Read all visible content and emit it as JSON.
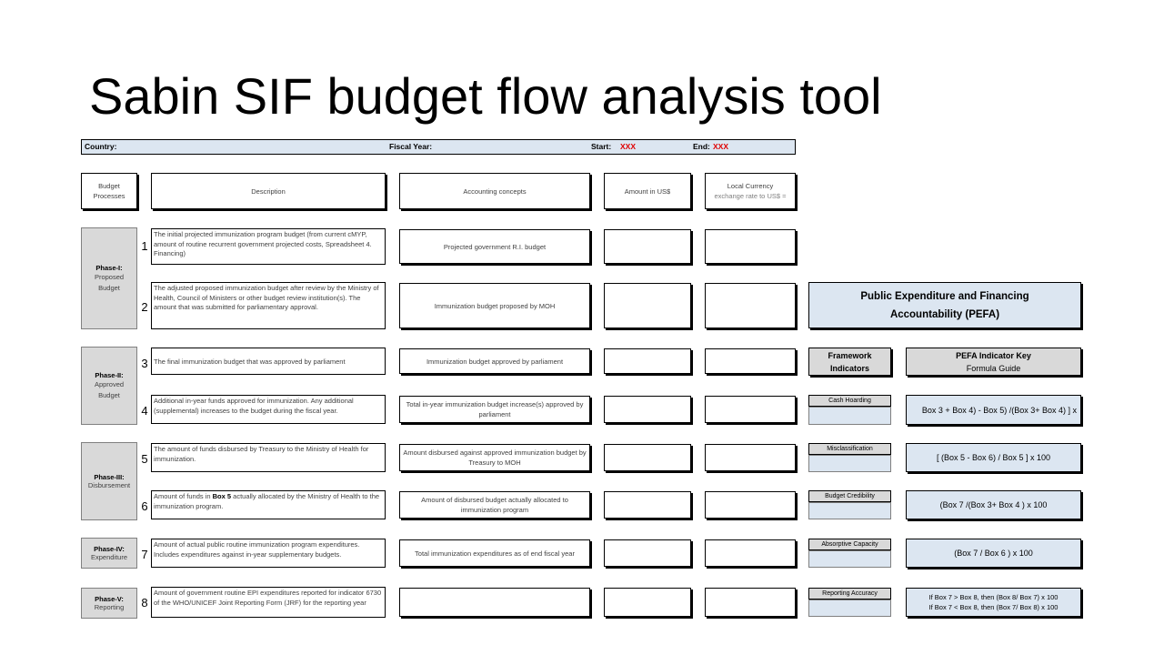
{
  "title": "Sabin SIF budget flow analysis tool",
  "header": {
    "country": "Country:",
    "fiscal_year": "Fiscal Year:",
    "start_label": "Start:",
    "start_value": "XXX",
    "end_label": "End:",
    "end_value": "XXX"
  },
  "columns": {
    "budget_processes": "Budget Processes",
    "description": "Description",
    "accounting_concepts": "Accounting concepts",
    "amount": "Amount in US$",
    "local_currency_l1": "Local Currency",
    "local_currency_l2": "exchange rate to US$ ="
  },
  "phases": [
    {
      "title": "Phase-I:",
      "sub": "Proposed Budget"
    },
    {
      "title": "Phase-II:",
      "sub": "Approved Budget"
    },
    {
      "title": "Phase-III:",
      "sub": "Disbursement"
    },
    {
      "title": "Phase-IV:",
      "sub": "Expenditure"
    },
    {
      "title": "Phase-V:",
      "sub": "Reporting"
    }
  ],
  "rows": [
    {
      "num": "1",
      "description": "The initial projected immunization program budget (from current cMYP, amount of routine recurrent government projected costs, Spreadsheet 4. Financing)",
      "concept": "Projected government R.I. budget"
    },
    {
      "num": "2",
      "description": "The adjusted proposed immunization budget after review by the Ministry of Health, Council of Ministers or other budget review institution(s). The amount that was submitted for parliamentary approval.",
      "concept": "Immunization budget proposed by MOH"
    },
    {
      "num": "3",
      "description": "The final immunization budget that was approved by parliament",
      "concept": "Immunization budget approved by parliament"
    },
    {
      "num": "4",
      "description": "Additional in-year funds approved for immunization. Any additional (supplemental) increases to the budget during the fiscal year.",
      "concept": "Total in-year immunization budget increase(s) approved by parliament"
    },
    {
      "num": "5",
      "description": "The amount of funds disbursed by Treasury to the Ministry of Health for immunization.",
      "concept": "Amount disbursed against approved immunization budget by Treasury to MOH"
    },
    {
      "num": "6",
      "description_pre": "Amount of funds in ",
      "description_bold": "Box 5",
      "description_post": " actually allocated by the Ministry of Health to the immunization program.",
      "concept": "Amount of disbursed budget actually allocated to immunization program"
    },
    {
      "num": "7",
      "description": "Amount of actual public routine immunization program expenditures. Includes expenditures against in-year supplementary budgets.",
      "concept": "Total immunization expenditures as of end fiscal year"
    },
    {
      "num": "8",
      "description": "Amount of government routine EPI expenditures reported for indicator 6730 of the WHO/UNICEF Joint Reporting Form (JRF) for the reporting year",
      "concept": ""
    }
  ],
  "pefa": {
    "title_l1": "Public Expenditure and Financing",
    "title_l2": "Accountability (PEFA)",
    "framework_l1": "Framework",
    "framework_l2": "Indicators",
    "key_l1": "PEFA Indicator Key",
    "key_l2": "Formula Guide",
    "indicators": [
      {
        "label": "Cash Hoarding",
        "formula": "Box 3 + Box 4) - Box 5) /(Box 3+ Box 4) ] x"
      },
      {
        "label": "Misclassification",
        "formula": "[ (Box 5 - Box 6) / Box 5 ] x 100"
      },
      {
        "label": "Budget Credibility",
        "formula": "(Box 7 /(Box 3+ Box 4 ) x 100"
      },
      {
        "label": "Absorptive Capacity",
        "formula": "(Box 7 / Box 6 ) x 100"
      },
      {
        "label": "Reporting Accuracy",
        "formula_l1": "If Box 7 > Box 8, then (Box 8/ Box 7) x 100",
        "formula_l2": "If Box 7 < Box 8, then (Box 7/ Box 8) x 100"
      }
    ]
  }
}
